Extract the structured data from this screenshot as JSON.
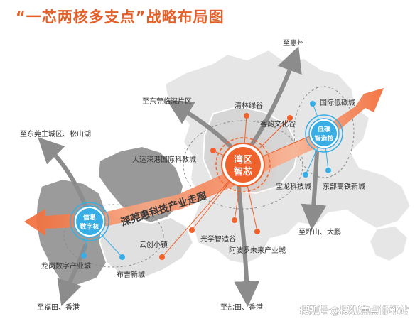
{
  "title": "“一芯两核多支点”战略布局图",
  "colors": {
    "accent": "#f0622c",
    "core_blue": "#38aee6",
    "map_light": "#e6e6e6",
    "map_dark": "#999999",
    "arrow_gray": "#8c8c8c"
  },
  "core": {
    "line1": "湾区",
    "line2": "智芯"
  },
  "nodes": {
    "info_core": {
      "line1": "信息",
      "line2": "数字核"
    },
    "lowcarbon_core": {
      "line1": "低碳",
      "line2": "智造核"
    }
  },
  "corridor_label": "深莞惠科技产业走廊",
  "directions": {
    "huizhou": "至惠州",
    "dongguan_linshen": "至东莞临深片区",
    "dongguan_main": "至东莞主城区、松山湖",
    "futian": "至福田、香港",
    "yantian": "至盐田、香港",
    "pingshan": "至坪山、大鹏"
  },
  "places": {
    "qinglin": "清林绿谷",
    "kejun": "客韵文化谷",
    "dayun": "大运深港国际科教城",
    "guoji_ditan": "国际低碳城",
    "baolong": "宝龙科技城",
    "dongbu": "东部高铁新城",
    "guangxue": "光学智造谷",
    "abolo": "阿波罗未来产业城",
    "yunchuang": "云创小镇",
    "buji": "布吉新城",
    "longgang_digital": "龙岗数字产业城"
  },
  "watermark": "搜狐号@搜狐焦点邯郸站"
}
